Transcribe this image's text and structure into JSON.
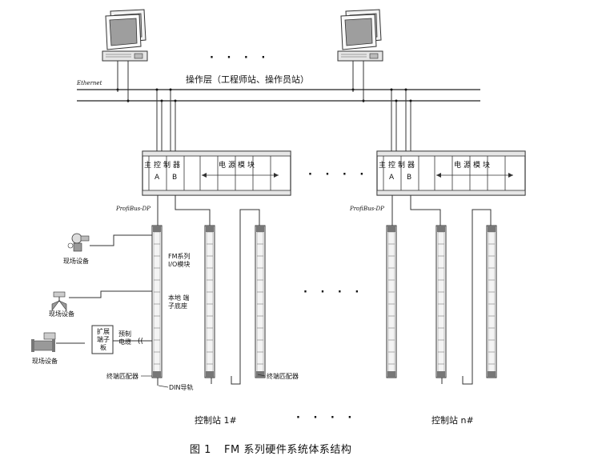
{
  "network": {
    "ethernet_label": "Ethernet",
    "operation_layer": "操作层（工程师站、操作员站）",
    "profibus_left": "ProfiBus-DP",
    "profibus_right": "ProfiBus-DP",
    "dots": "· · · ·"
  },
  "racks": {
    "left": {
      "controller": "主控制器",
      "slot_a": "A",
      "slot_b": "B",
      "power_module": "电源模块"
    },
    "right": {
      "controller": "主控制器",
      "slot_a": "A",
      "slot_b": "B",
      "power_module": "电源模块"
    }
  },
  "labels": {
    "field_device_1": "现场设备",
    "field_device_2": "现场设备",
    "field_device_3": "现场设备",
    "io_module": "FM系列 I/O模块",
    "local_base": "本地 端子底座",
    "expansion_board": "扩展 端子 板",
    "prefab_cable": "预制 电缆",
    "terminator_left": "终端匹配器",
    "terminator_right": "终端匹配器",
    "din_rail": "DIN导轨",
    "station_1": "控制站 1#",
    "station_n": "控制站 n#"
  },
  "caption": {
    "figure_no": "图 1",
    "title": "FM 系列硬件系统体系结构"
  }
}
